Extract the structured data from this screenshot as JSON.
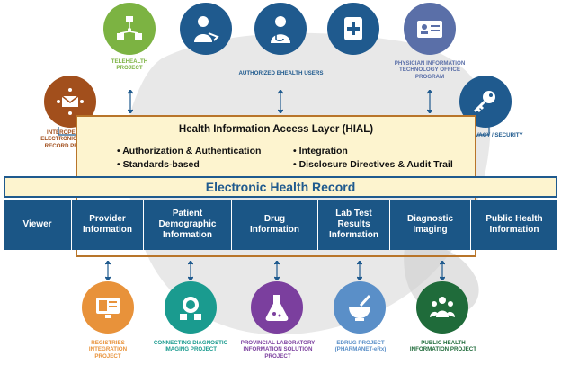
{
  "top_items": [
    {
      "label": "TELEHEALTH\nPROJECT",
      "color": "#7cb342",
      "icon": "network-icon"
    },
    {
      "label": "",
      "color": "#1f5a8e",
      "icon": "patient-icon"
    },
    {
      "label": "AUTHORIZED EHEALTH USERS",
      "color": "#1f5a8e",
      "icon": "doctor-icon"
    },
    {
      "label": "",
      "color": "#1f5a8e",
      "icon": "medical-cross-icon"
    },
    {
      "label": "PHYSICIAN INFORMATION\nTECHNOLOGY OFFICE\nPROGRAM",
      "color": "#5a6fa8",
      "icon": "id-card-icon"
    }
  ],
  "side_items": [
    {
      "label": "INTEROPERABLE\nELECTRONIC HEALTH\nRECORD PROJECT",
      "color": "#a24f1c",
      "icon": "envelope-network-icon"
    },
    {
      "label": "PRIVACY / SECURITY",
      "color": "#1f5a8e",
      "icon": "key-icon"
    }
  ],
  "hial": {
    "title": "Health Information Access Layer (HIAL)",
    "bullets": [
      "Authorization & Authentication",
      "Standards-based",
      "Integration",
      "Disclosure Directives & Audit Trail"
    ]
  },
  "ehr": {
    "title": "Electronic Health Record",
    "cells": [
      "Viewer",
      "Provider\nInformation",
      "Patient\nDemographic\nInformation",
      "Drug\nInformation",
      "Lab Test\nResults\nInformation",
      "Diagnostic\nImaging",
      "Public Health\nInformation"
    ]
  },
  "bottom_items": [
    {
      "label": "REGISTRIES\nINTEGRATION\nPROJECT",
      "color": "#e8923a",
      "icon": "registry-icon"
    },
    {
      "label": "CONNECTING DIAGNOSTIC\nIMAGING PROJECT",
      "color": "#1a9b8f",
      "icon": "imaging-icon"
    },
    {
      "label": "PROVINCIAL LABORATORY\nINFORMATION SOLUTION\nPROJECT",
      "color": "#7b3f9e",
      "icon": "flask-icon"
    },
    {
      "label": "EDRUG PROJECT\n(PHARMANET-eRx)",
      "color": "#5a8fc8",
      "icon": "mortar-icon"
    },
    {
      "label": "PUBLIC HEALTH\nINFORMATION PROJECT",
      "color": "#1f6b3a",
      "icon": "people-icon"
    }
  ]
}
